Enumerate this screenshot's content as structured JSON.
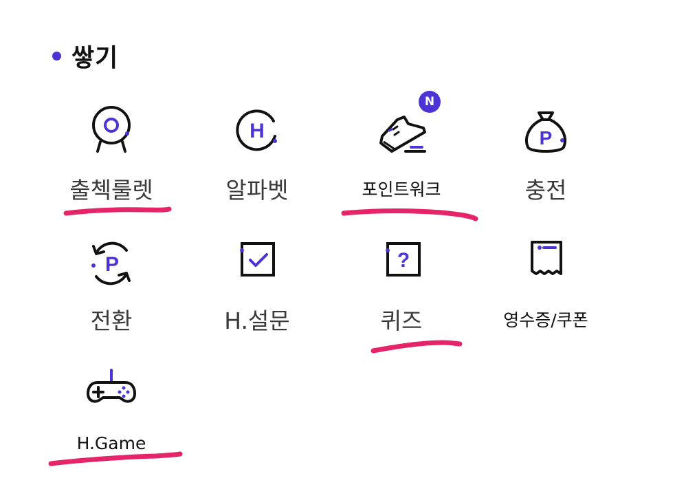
{
  "section": {
    "title": "쌓기"
  },
  "colors": {
    "accent": "#4b33d6",
    "icon_stroke": "#111111",
    "annotation": "#e5246a"
  },
  "menu": {
    "items": [
      {
        "label": "출첵룰렛",
        "icon": "roulette-icon"
      },
      {
        "label": "알파벳",
        "icon": "alphabet-icon"
      },
      {
        "label": "포인트워크",
        "icon": "sneaker-icon",
        "badge": "N"
      },
      {
        "label": "충전",
        "icon": "money-bag-icon"
      },
      {
        "label": "전환",
        "icon": "point-exchange-icon"
      },
      {
        "label": "H.설문",
        "icon": "survey-checkbox-icon"
      },
      {
        "label": "퀴즈",
        "icon": "quiz-icon"
      },
      {
        "label": "영수증/쿠폰",
        "icon": "receipt-icon"
      },
      {
        "label": "H.Game",
        "icon": "gamepad-icon"
      }
    ]
  }
}
